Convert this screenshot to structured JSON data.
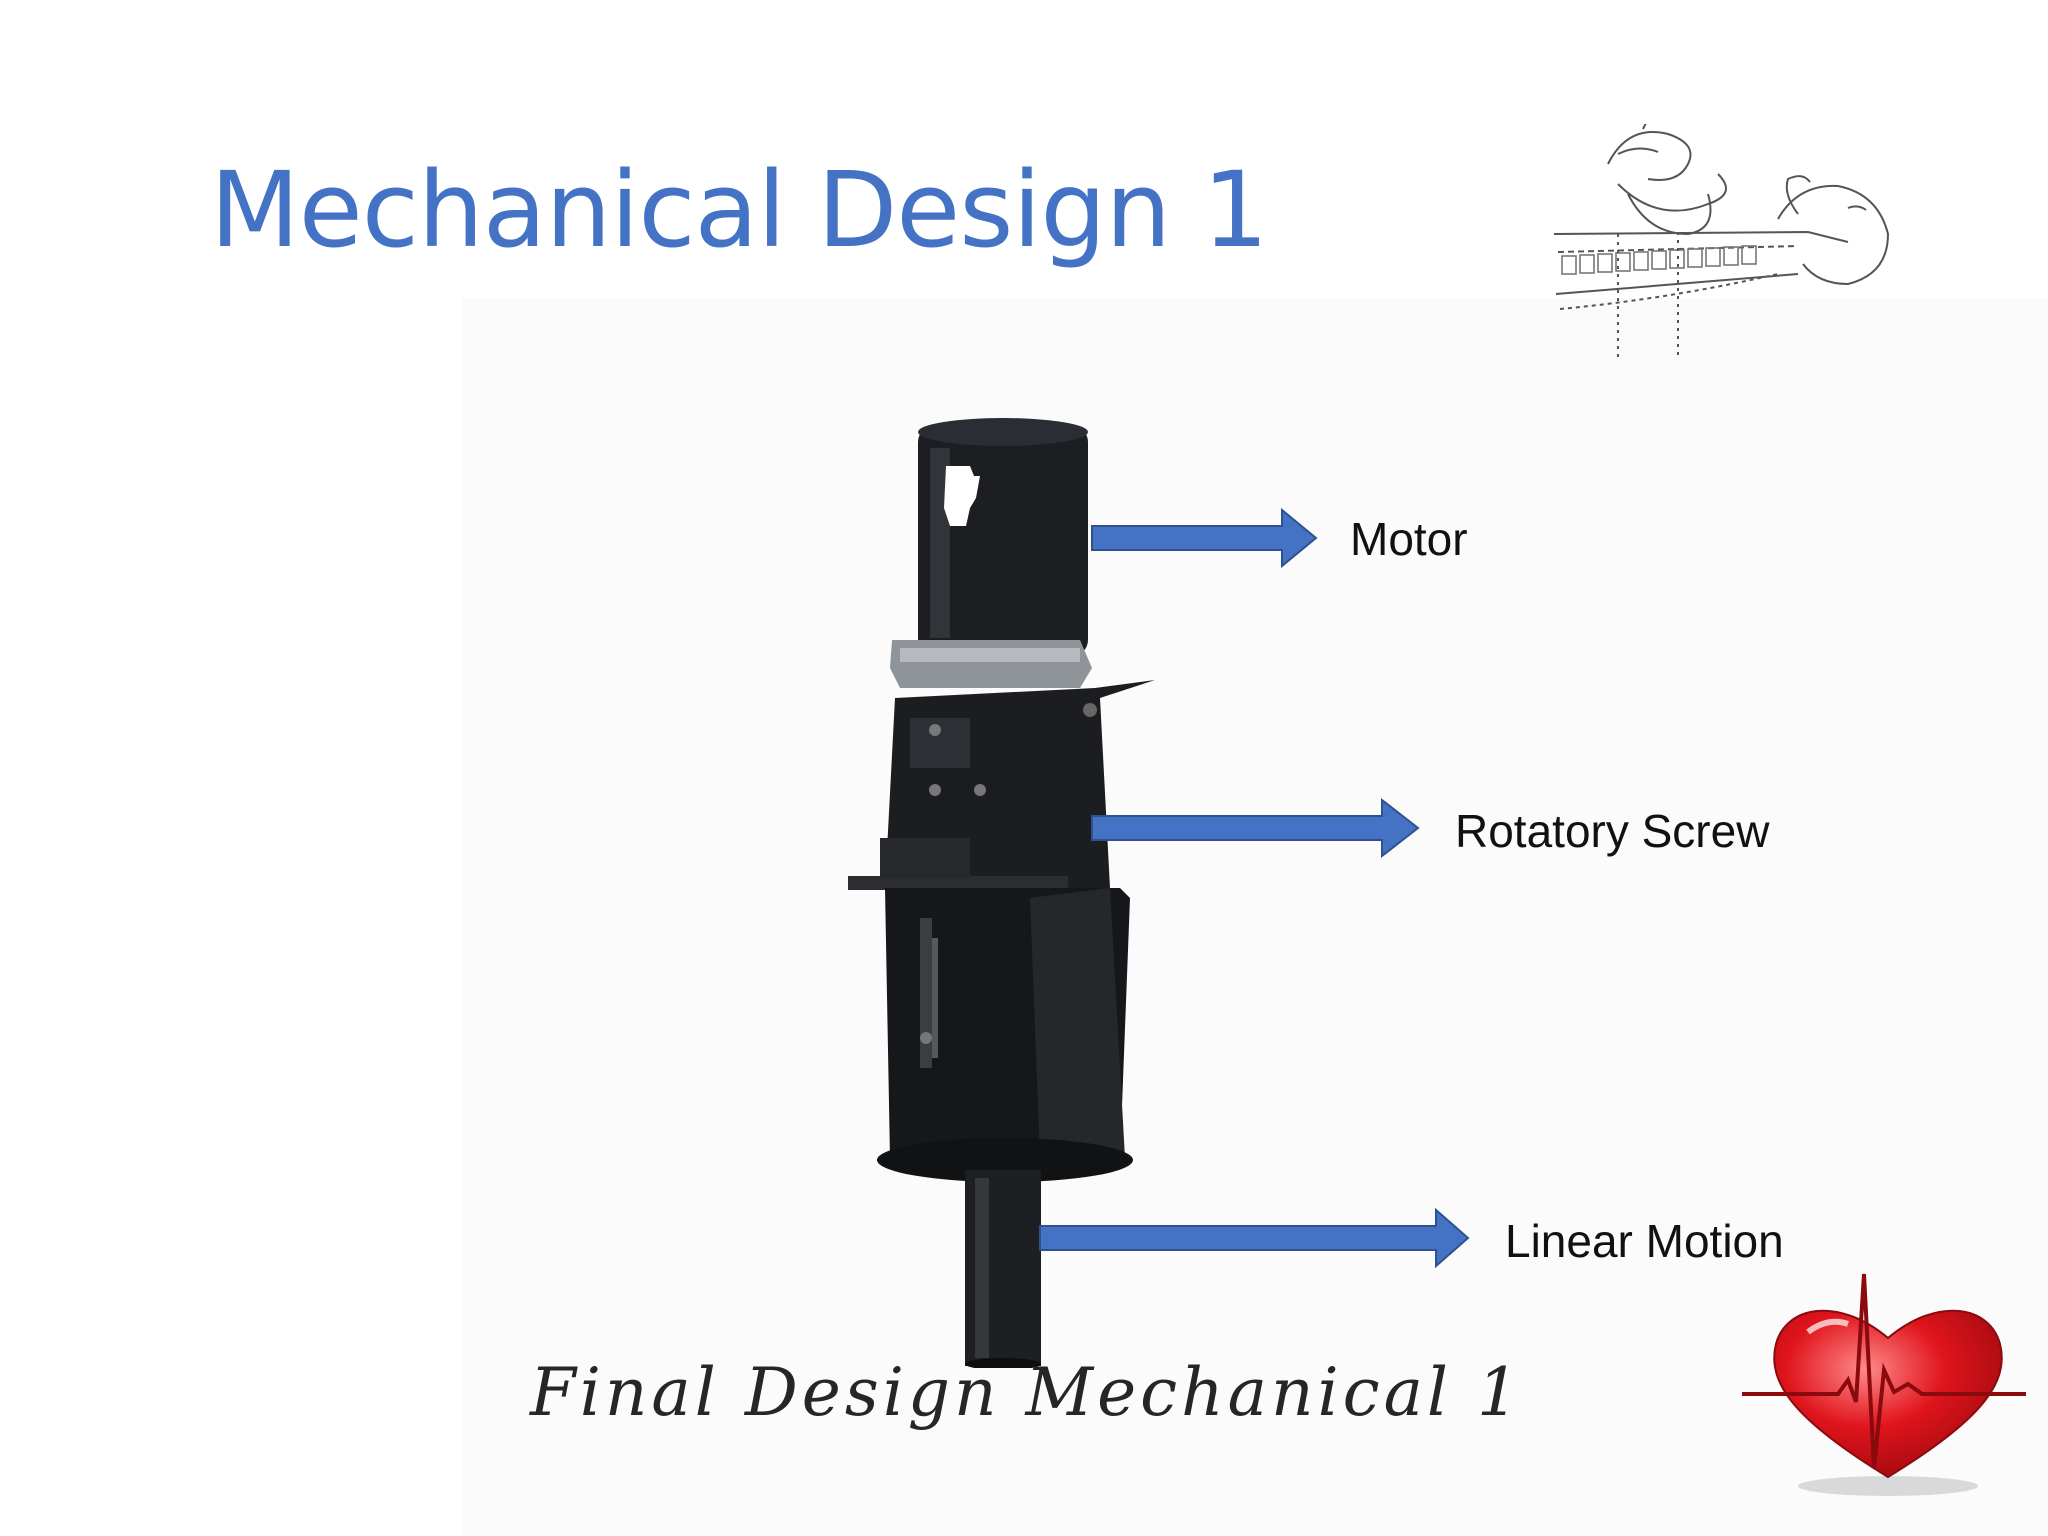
{
  "slide": {
    "title": "Mechanical Design 1",
    "caption": "Final Design Mechanical 1",
    "accent_color": "#4472c4",
    "arrow_color": "#4472c4"
  },
  "labels": {
    "motor": "Motor",
    "rotatory_screw": "Rotatory Screw",
    "linear_motion": "Linear Motion"
  },
  "images": {
    "device_photo": "cpr-device-photo",
    "cpr_illustration": "cpr-chest-compression-illustration",
    "heart_logo": "heart-ecg-logo"
  }
}
